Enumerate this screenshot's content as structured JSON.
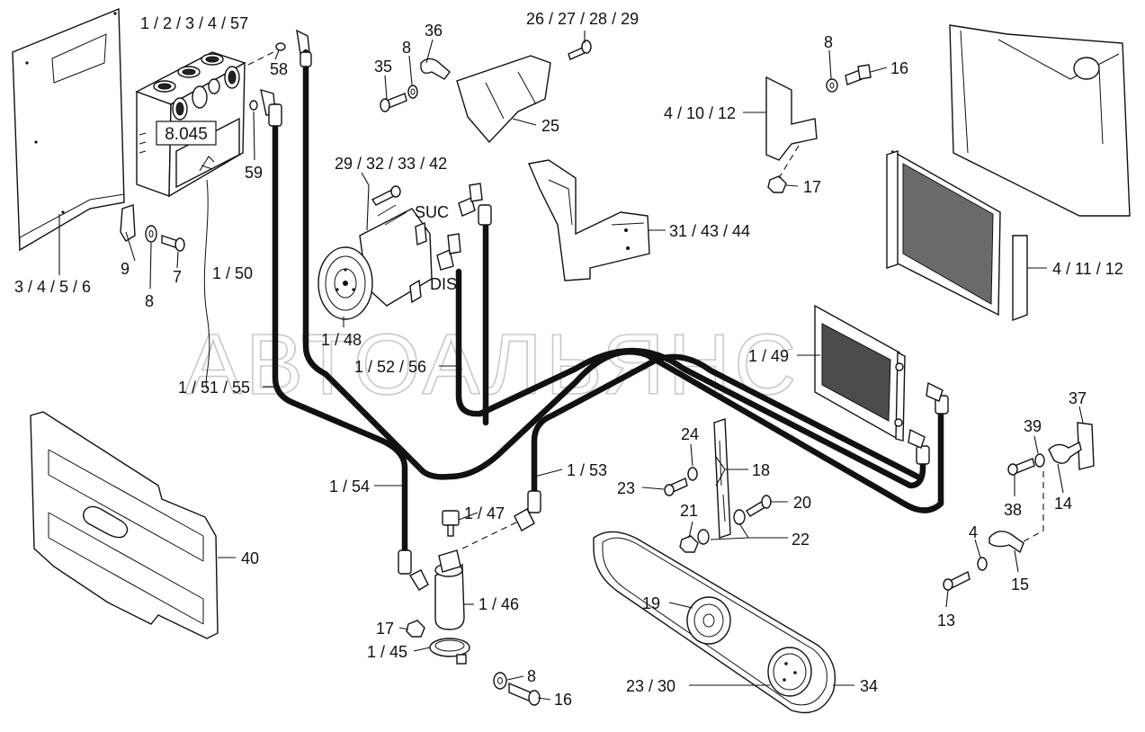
{
  "watermark": "АВТОАЛЬЯНС",
  "code_box": "8.045",
  "labels": {
    "evap_unit": "1 / 2 / 3 / 4 / 57",
    "hardware_left": "3 / 4 / 5 / 6",
    "n9": "9",
    "n8_left": "8",
    "n7": "7",
    "n58": "58",
    "n59": "59",
    "hose_1_50": "1 / 50",
    "n36": "36",
    "n8_top": "8",
    "n35": "35",
    "bolts_26_29": "26 / 27 / 28 / 29",
    "n25": "25",
    "comp_bolts": "29 / 32 / 33 / 42",
    "suc": "SUC",
    "dis": "DIS",
    "compressor": "1 / 48",
    "bracket_31": "31 / 43 / 44",
    "n8_right": "8",
    "n16_top": "16",
    "bracket_4_10": "4 / 10 / 12",
    "n17_top": "17",
    "bracket_4_11": "4 / 11 / 12",
    "condenser": "1 / 49",
    "hose_52_56": "1 / 52 / 56",
    "hose_51_55": "1 / 51 / 55",
    "hose_54": "1 / 54",
    "hose_53": "1 / 53",
    "switch_47": "1 / 47",
    "dryer_46": "1 / 46",
    "n17_bottom": "17",
    "clamp_45": "1 / 45",
    "n8_bottom": "8",
    "n16_bottom": "16",
    "n40": "40",
    "n24": "24",
    "n23": "23",
    "n18": "18",
    "n21": "21",
    "n20": "20",
    "n22": "22",
    "n19": "19",
    "pulley_23_30": "23 / 30",
    "belt_34": "34",
    "n37": "37",
    "n39": "39",
    "n38": "38",
    "n14": "14",
    "n4": "4",
    "n15": "15",
    "n13": "13"
  }
}
